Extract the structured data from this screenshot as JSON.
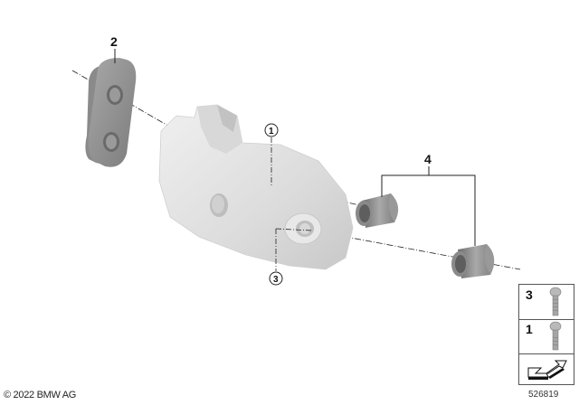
{
  "diagram": {
    "callouts": [
      {
        "id": "1",
        "label": "1",
        "style": "circled"
      },
      {
        "id": "2",
        "label": "2",
        "style": "plain"
      },
      {
        "id": "3",
        "label": "3",
        "style": "circled"
      },
      {
        "id": "4",
        "label": "4",
        "style": "plain"
      }
    ],
    "parts": [
      {
        "callout": "2",
        "name": "bracket-plate",
        "description": "grey oblong plate with two bores"
      },
      {
        "callout": "1",
        "name": "hinge-housing",
        "description": "light grey cast hinge/latch housing"
      },
      {
        "callout": "3",
        "name": "screw-hole",
        "description": "bore for screw 3 on housing"
      },
      {
        "callout": "4",
        "name": "bushings",
        "description": "two grey cylindrical bushings"
      }
    ],
    "colors": {
      "part_dark": "#8d8d8d",
      "part_light": "#e2e2e2",
      "line": "#222222"
    }
  },
  "legend": {
    "items": [
      {
        "label": "3",
        "icon": "screw-icon"
      },
      {
        "label": "1",
        "icon": "screw-icon"
      },
      {
        "label": "",
        "icon": "direction-arrow-icon"
      }
    ]
  },
  "footer": {
    "copyright": "© 2022 BMW AG",
    "diagram_id": "526819"
  }
}
